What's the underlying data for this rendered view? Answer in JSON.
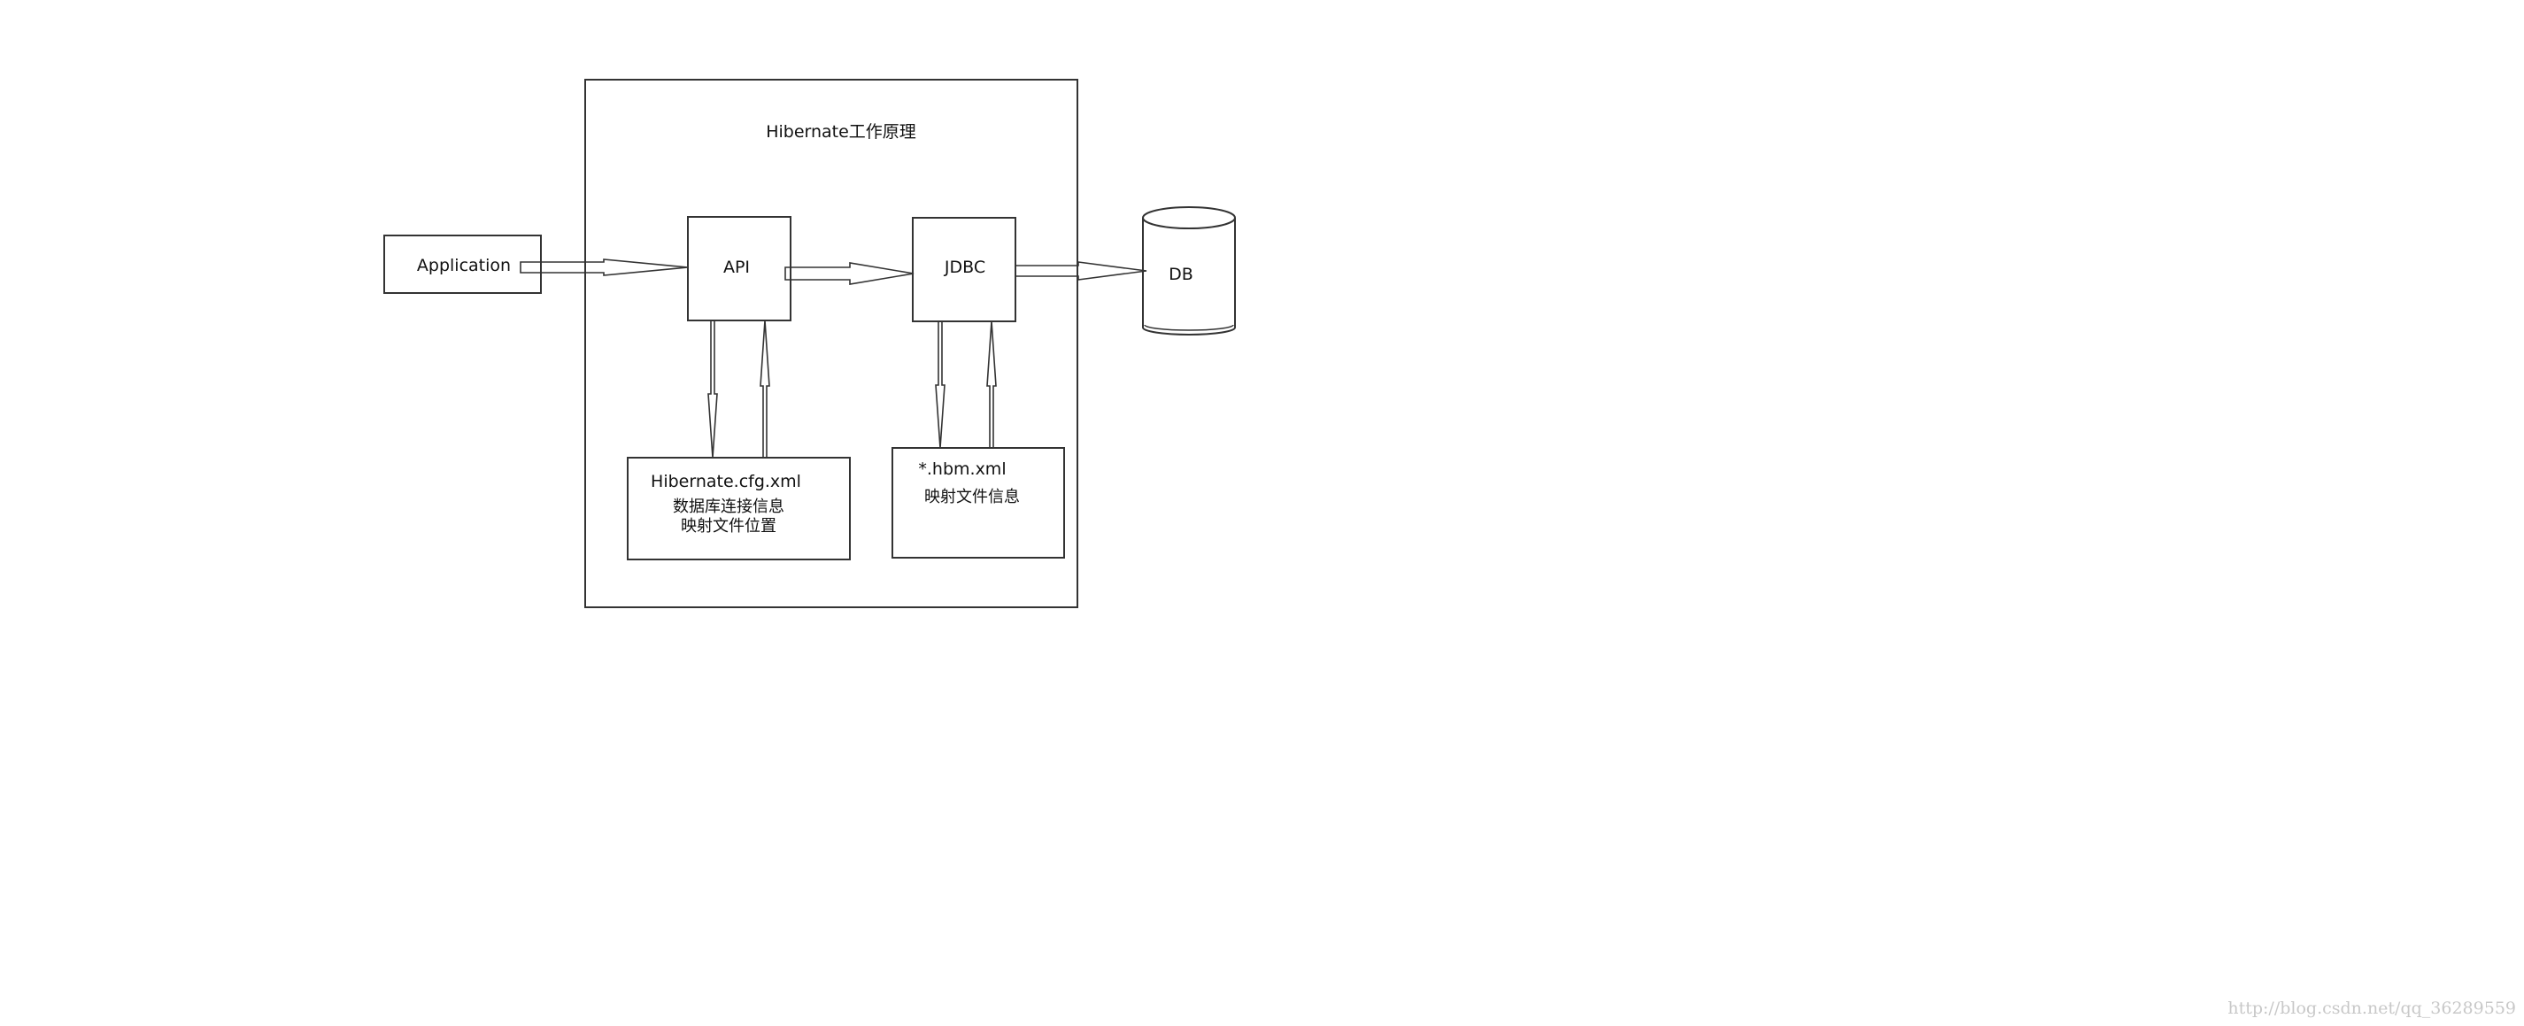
{
  "diagram": {
    "title": "Hibernate工作原理",
    "nodes": {
      "application": "Application",
      "api": "API",
      "jdbc": "JDBC",
      "db": "DB",
      "cfg": {
        "title": "Hibernate.cfg.xml",
        "lines": [
          "数据库连接信息",
          "映射文件位置"
        ]
      },
      "hbm": {
        "title": "*.hbm.xml",
        "lines": [
          "映射文件信息"
        ]
      }
    },
    "edges": [
      {
        "from": "Application",
        "to": "API"
      },
      {
        "from": "API",
        "to": "JDBC"
      },
      {
        "from": "JDBC",
        "to": "DB"
      },
      {
        "from": "API",
        "to": "Hibernate.cfg.xml"
      },
      {
        "from": "Hibernate.cfg.xml",
        "to": "API"
      },
      {
        "from": "JDBC",
        "to": "*.hbm.xml"
      },
      {
        "from": "*.hbm.xml",
        "to": "JDBC"
      }
    ]
  },
  "watermark": "http://blog.csdn.net/qq_36289559",
  "colors": {
    "line": "#333333",
    "background": "#ffffff",
    "watermark": "#c8c8c8"
  }
}
